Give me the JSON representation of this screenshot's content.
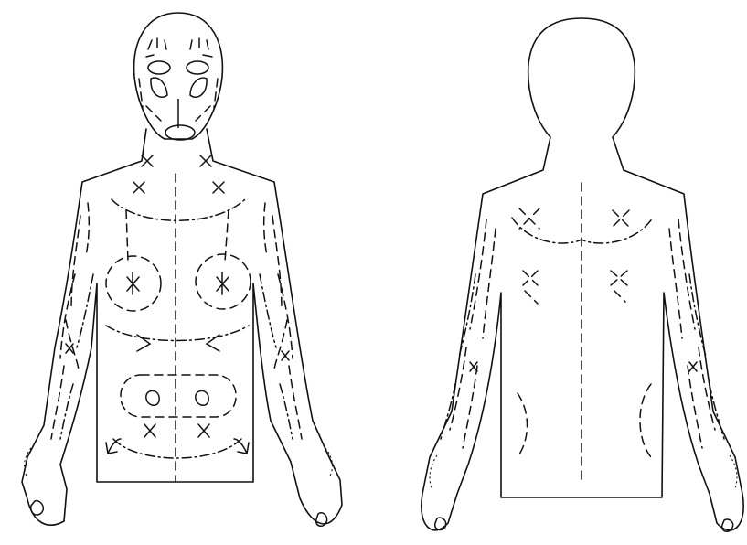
{
  "figures": [
    {
      "view": "front",
      "marks": [
        "face-pattern",
        "neck-crosses",
        "chest-crosses",
        "pectoral-circles",
        "abdomen-panel",
        "hip-crosses",
        "arm-seams",
        "hand-loops"
      ]
    },
    {
      "view": "back",
      "marks": [
        "centre-seam",
        "shoulder-blade-marks",
        "lower-back-marks",
        "arm-seams",
        "hand-loops"
      ]
    }
  ],
  "colors": {
    "line": "#111111",
    "background": "#ffffff"
  }
}
